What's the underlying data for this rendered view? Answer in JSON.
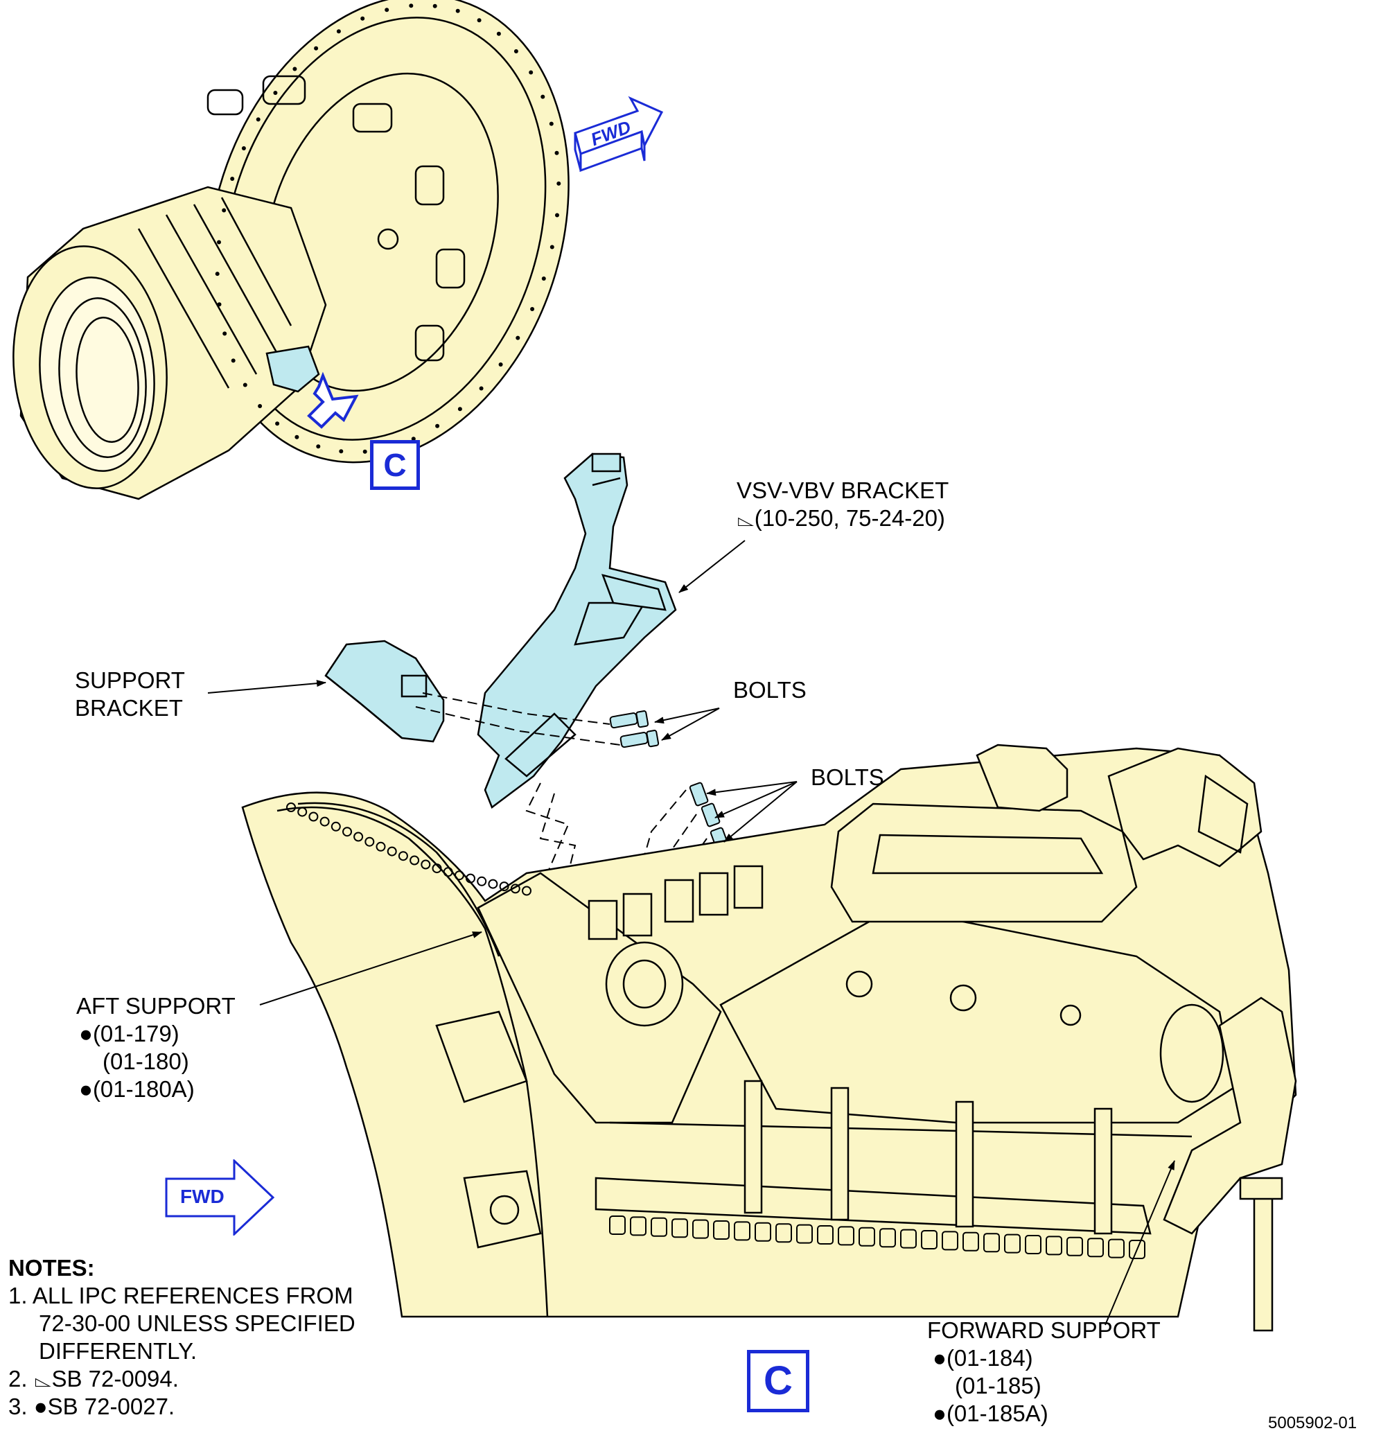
{
  "detail_ref": "C",
  "fwd_label": "FWD",
  "labels": {
    "vsv_bracket": {
      "title": "VSV-VBV BRACKET",
      "ref": "(10-250, 75-24-20)"
    },
    "support_bracket": [
      "SUPPORT",
      "BRACKET"
    ],
    "bolts_upper": "BOLTS",
    "bolts_lower": "BOLTS",
    "aft_support": {
      "title": "AFT SUPPORT",
      "refs": [
        {
          "marker": "●",
          "ref": "(01-179)"
        },
        {
          "marker": "",
          "ref": "(01-180)"
        },
        {
          "marker": "●",
          "ref": "(01-180A)"
        }
      ]
    },
    "forward_support": {
      "title": "FORWARD SUPPORT",
      "refs": [
        {
          "marker": "●",
          "ref": "(01-184)"
        },
        {
          "marker": "",
          "ref": "(01-185)"
        },
        {
          "marker": "●",
          "ref": "(01-185A)"
        }
      ]
    }
  },
  "notes": {
    "title": "NOTES:",
    "lines": [
      "1. ALL IPC REFERENCES FROM",
      "72-30-00 UNLESS SPECIFIED",
      "DIFFERENTLY.",
      "2. ",
      "SB 72-0094.",
      "3. ●SB 72-0027."
    ]
  },
  "figure_number": "5005902-01",
  "colors": {
    "part_fill": "#fbf6c6",
    "highlight_fill": "#bfe9ef",
    "callout_blue": "#1a2bd6",
    "line": "#000000"
  }
}
